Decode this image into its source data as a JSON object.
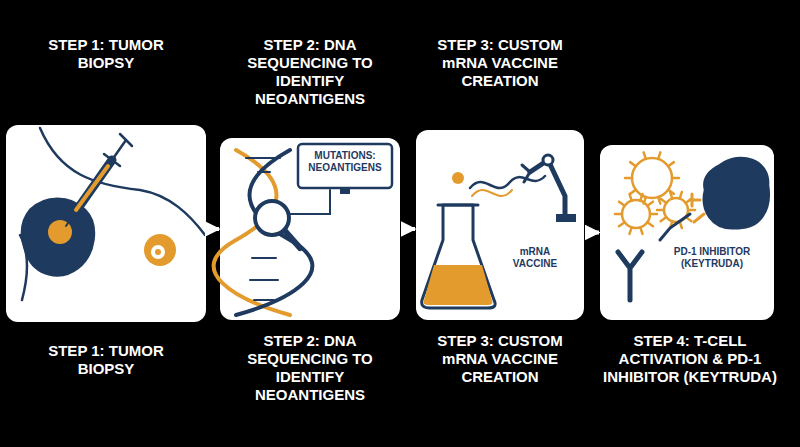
{
  "diagram": {
    "nodes": [
      {
        "text": [
          "STEP 1: TUMOR BIOPSY",
          "STEP 1: TUMOR BIOPSY"
        ]
      },
      {
        "text": [
          "STEP 2: DNA SEQUENCING TO IDENTIFY NEOANTIGENS",
          "MUTATIONS: NEOANTIGENS",
          "STEP 2: DNA SEQUENCING TO IDENTIFY NEOANTIGENS"
        ]
      },
      {
        "text": [
          "STEP 3: CUSTOM mRNA VACCINE CREATION",
          "mRNA VACCINE",
          "STEP 3: CUSTOM mRNA VACCINE CREATION"
        ]
      },
      {
        "text": [
          "PD-1 INHIBITOR (KEYTRUDA)",
          "STEP 4: T-CELL ACTIVATION & PD-1 INHIBITOR (KEYTRUDA)"
        ]
      }
    ],
    "edges": [
      {
        "from": 0,
        "to": 1,
        "arrow": "to"
      },
      {
        "from": 1,
        "to": 2,
        "arrow": "to"
      },
      {
        "from": 2,
        "to": 3,
        "arrow": "to"
      }
    ]
  }
}
